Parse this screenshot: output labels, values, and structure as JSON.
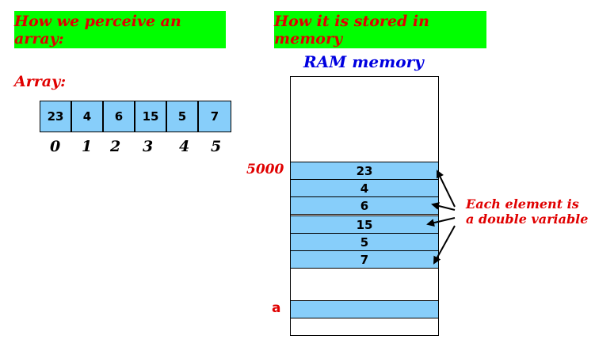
{
  "banners": {
    "left": "How we perceive an array:",
    "right": "How it is stored in memory"
  },
  "ram_title": "RAM memory",
  "array_label": "Array:",
  "array_cells": [
    "23",
    "4",
    "6",
    "15",
    "5",
    "7"
  ],
  "array_indices": [
    "0",
    "1",
    "2",
    "3",
    "4",
    "5"
  ],
  "memory_address": "5000",
  "memory_cells": [
    "23",
    "4",
    "6",
    "15",
    "5",
    "7"
  ],
  "variable_label": "a",
  "annotation": {
    "line1": "Each element is",
    "line2": "a double variable"
  },
  "colors": {
    "banner": "#00ff00",
    "cell": "#87cefa",
    "title_red": "#e00000",
    "title_blue": "#0000e0"
  }
}
